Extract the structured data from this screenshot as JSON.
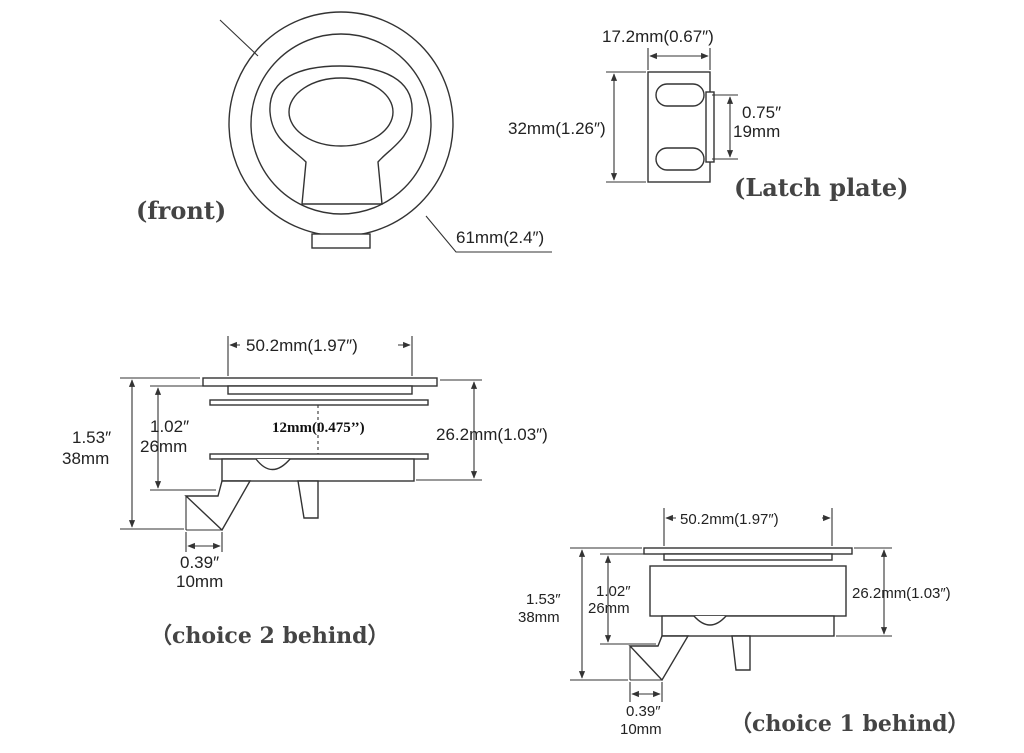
{
  "front_view": {
    "caption": "(front)",
    "diameter": "61mm(2.4″)"
  },
  "latch_plate": {
    "caption": "(Latch plate)",
    "width": "17.2mm(0.67″)",
    "height": "32mm(1.26″)",
    "slot_spacing_in": "0.75″",
    "slot_spacing_mm": "19mm"
  },
  "choice2": {
    "caption": "（choice 2 behind）",
    "top_width": "50.2mm(1.97″)",
    "depth_mid": "12mm(0.475’’)",
    "body_height": "26.2mm(1.03″)",
    "total_in": "1.53″",
    "total_mm": "38mm",
    "inner_in": "1.02″",
    "inner_mm": "26mm",
    "offset_in": "0.39″",
    "offset_mm": "10mm"
  },
  "choice1": {
    "caption": "（choice 1 behind）",
    "top_width": "50.2mm(1.97″)",
    "body_height": "26.2mm(1.03″)",
    "total_in": "1.53″",
    "total_mm": "38mm",
    "inner_in": "1.02″",
    "inner_mm": "26mm",
    "offset_in": "0.39″",
    "offset_mm": "10mm"
  }
}
